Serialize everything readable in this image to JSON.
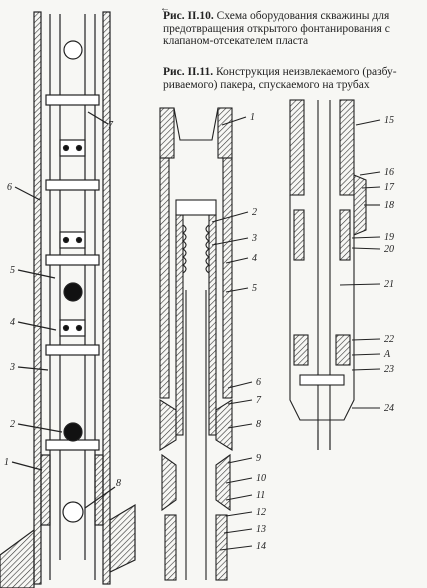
{
  "captions": {
    "fig_10_number": "Рис. II.10.",
    "fig_10_text_line1": "Схема оборудования скважины для",
    "fig_10_text_line2": "предотвращения открытого фонтанирования с",
    "fig_10_text_line3": "клапаном-отсекателем пласта",
    "fig_11_number": "Рис. II.11.",
    "fig_11_text_line1": "Конструкция неизвлекаемого (разбу-",
    "fig_11_text_line2": "риваемого) пакера, спускаемого на трубах"
  },
  "fig10_labels": [
    "1",
    "2",
    "3",
    "4",
    "5",
    "6",
    "7",
    "8"
  ],
  "fig11_labels": [
    "1",
    "2",
    "3",
    "4",
    "5",
    "6",
    "7",
    "8",
    "9",
    "10",
    "11",
    "12",
    "13",
    "14",
    "15",
    "16",
    "17",
    "18",
    "19",
    "20",
    "21",
    "22",
    "A",
    "23",
    "24"
  ],
  "colors": {
    "ink": "#222222",
    "paper": "#f7f7f4"
  }
}
